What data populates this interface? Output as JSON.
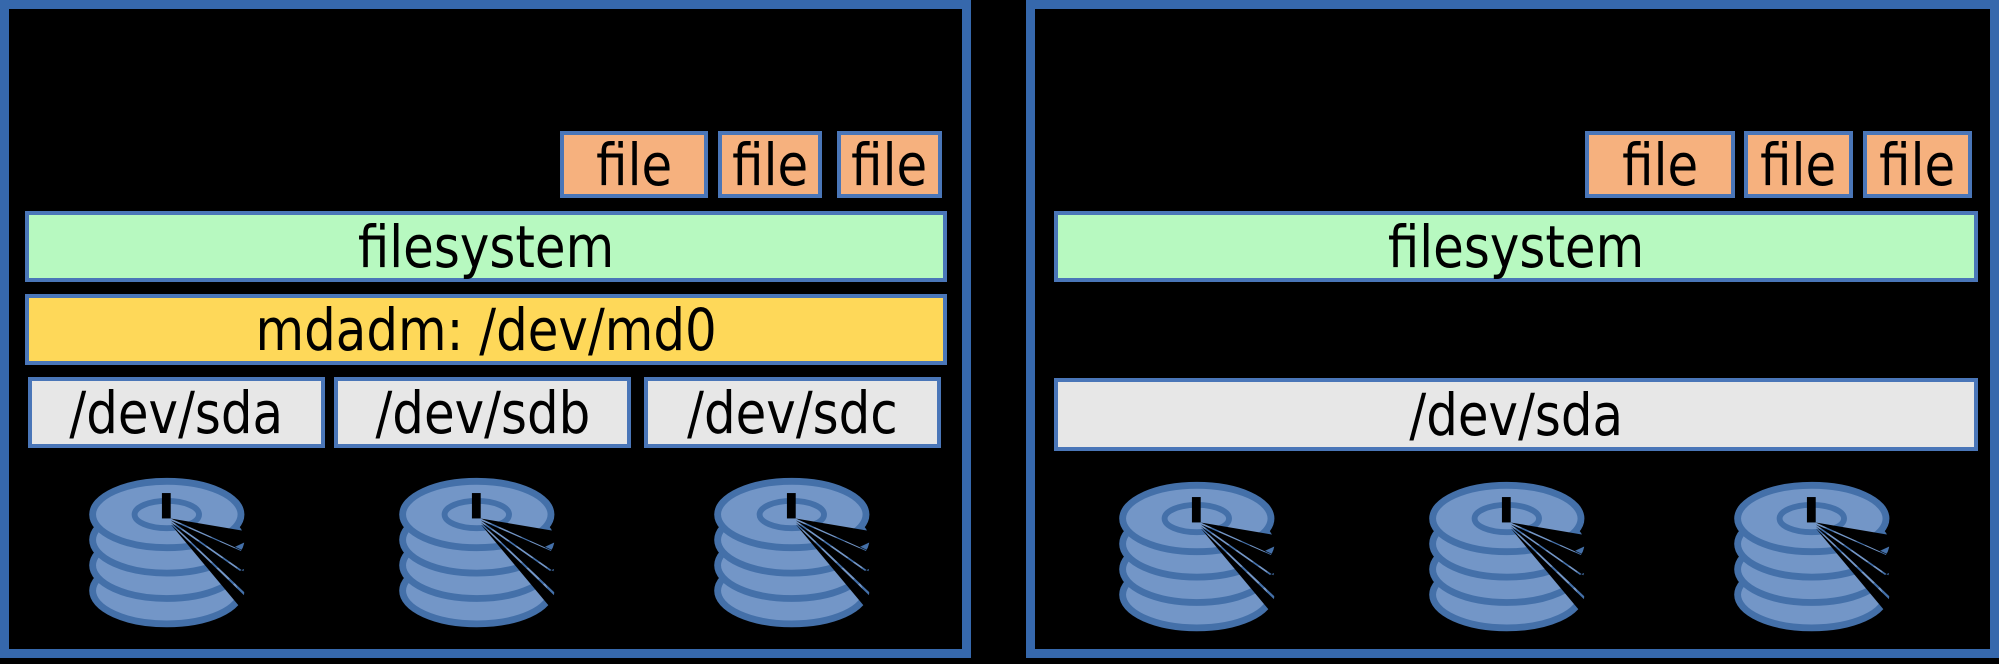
{
  "colors": {
    "background": "#000000",
    "panel_border": "#3668AC",
    "box_border": "#4A76B8",
    "file_fill": "#F6B17E",
    "filesystem_fill": "#B7F9C0",
    "raid_fill": "#FED859",
    "device_fill": "#E7E7E7",
    "text": "#000000",
    "disk_fill": "#7396C7",
    "disk_outline": "#4470A9",
    "disk_marker": "#000000"
  },
  "left_panel": {
    "files": [
      "file",
      "file",
      "file"
    ],
    "filesystem_label": "filesystem",
    "raid_label": "mdadm: /dev/md0",
    "devices": [
      "/dev/sda",
      "/dev/sdb",
      "/dev/sdc"
    ],
    "disk_count": 3
  },
  "right_panel": {
    "files": [
      "file",
      "file",
      "file"
    ],
    "filesystem_label": "filesystem",
    "device_label": "/dev/sda",
    "disk_count": 3
  }
}
